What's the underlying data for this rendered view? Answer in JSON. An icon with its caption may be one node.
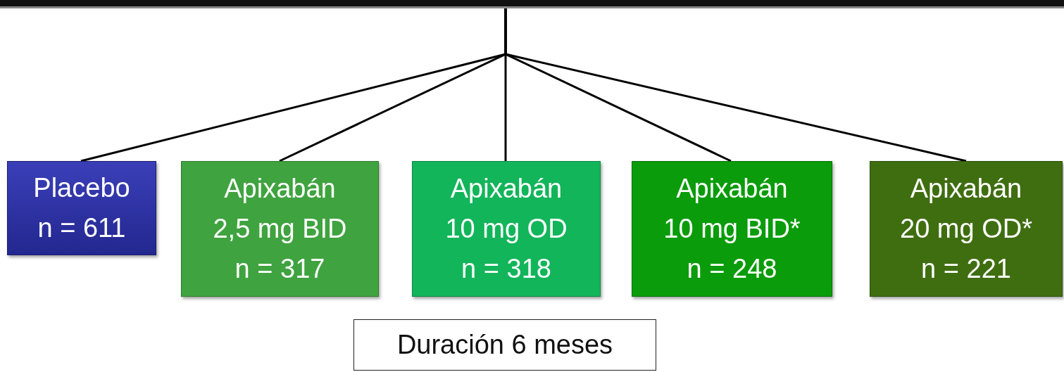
{
  "diagram": {
    "nodes": [
      {
        "text": [],
        "shape": "bar"
      },
      {
        "text": [
          "Placebo",
          "n = 611"
        ]
      },
      {
        "text": [
          "Apixabán 2,5 mg BID",
          "n = 317"
        ]
      },
      {
        "text": [
          "Apixabán 10 mg OD",
          "n = 318"
        ]
      },
      {
        "text": [
          "Apixabán 10 mg BID*",
          "n = 248"
        ]
      },
      {
        "text": [
          "Apixabán 20 mg OD*",
          "n = 221"
        ]
      },
      {
        "text": [
          "Duración 6 meses"
        ]
      }
    ],
    "edges": [
      {
        "from": 0,
        "to": 1,
        "arrow": "none"
      },
      {
        "from": 0,
        "to": 2,
        "arrow": "none"
      },
      {
        "from": 0,
        "to": 3,
        "arrow": "none"
      },
      {
        "from": 0,
        "to": 4,
        "arrow": "none"
      },
      {
        "from": 0,
        "to": 5,
        "arrow": "none"
      }
    ]
  }
}
